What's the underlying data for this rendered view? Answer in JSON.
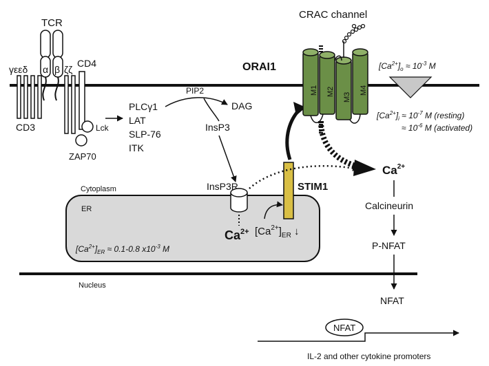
{
  "colors": {
    "membrane": "#111111",
    "er_fill": "#d9d9d9",
    "orai_green": "#6b8f47",
    "orai_green_dark": "#3d5a26",
    "stim_yellow": "#d9bf45",
    "gradient_fill": "#c8c8c8"
  },
  "labels": {
    "tcr": "TCR",
    "tcr_chains": "γεεδ",
    "alpha": "α",
    "beta": "β",
    "zeta": "ζζ",
    "cd4": "CD4",
    "cd3": "CD3",
    "lck": "Lck",
    "zap70": "ZAP70",
    "plcg1": "PLCγ1",
    "lat": "LAT",
    "slp76": "SLP-76",
    "itk": "ITK",
    "pip2": "PIP2",
    "dag": "DAG",
    "insp3": "InsP3",
    "insp3r": "InsP3R",
    "cytoplasm": "Cytoplasm",
    "er": "ER",
    "ca_er": "Ca",
    "ca_er_sup": "2+",
    "er_conc": "[Ca²⁺]ER ≈ 0.1-0.8 x10⁻³ M",
    "er_conc_main": "[Ca",
    "er_conc_sup": "2+",
    "er_conc_mid": "]",
    "er_conc_sub": "ER",
    "er_conc_tail": " ≈ 0.1-0.8 x10",
    "er_conc_exp": "-3",
    "er_conc_unit": " M",
    "ca_er_store": "[Ca",
    "ca_er_store_sup": "2+",
    "ca_er_store_mid": "]",
    "ca_er_store_sub": "ER",
    "ca_er_store_arrow": " ↓",
    "stim1": "STIM1",
    "orai1": "ORAI1",
    "crac": "CRAC channel",
    "m1": "M1",
    "m2": "M2",
    "m3": "M3",
    "m4": "M4",
    "ca_out_a": "[Ca",
    "ca_out_sup": "2+",
    "ca_out_b": "]",
    "ca_out_sub": "o",
    "ca_out_c": " ≈ 10",
    "ca_out_exp": "-3",
    "ca_out_d": " M",
    "ca_in_a": "[Ca",
    "ca_in_sup": "2+",
    "ca_in_b": "]",
    "ca_in_sub": "i",
    "ca_in_c": " ≈ 10",
    "ca_in_exp": "-7",
    "ca_in_d": " M (resting)",
    "ca_act_a": "≈ 10",
    "ca_act_exp": "-6",
    "ca_act_b": " M (activated)",
    "ca_cyt": "Ca",
    "ca_cyt_sup": "2+",
    "calcineurin": "Calcineurin",
    "pnfat": "P-NFAT",
    "nucleus": "Nucleus",
    "nfat": "NFAT",
    "nfat_oval": "NFAT",
    "promoters": "IL-2 and other cytokine promoters"
  }
}
